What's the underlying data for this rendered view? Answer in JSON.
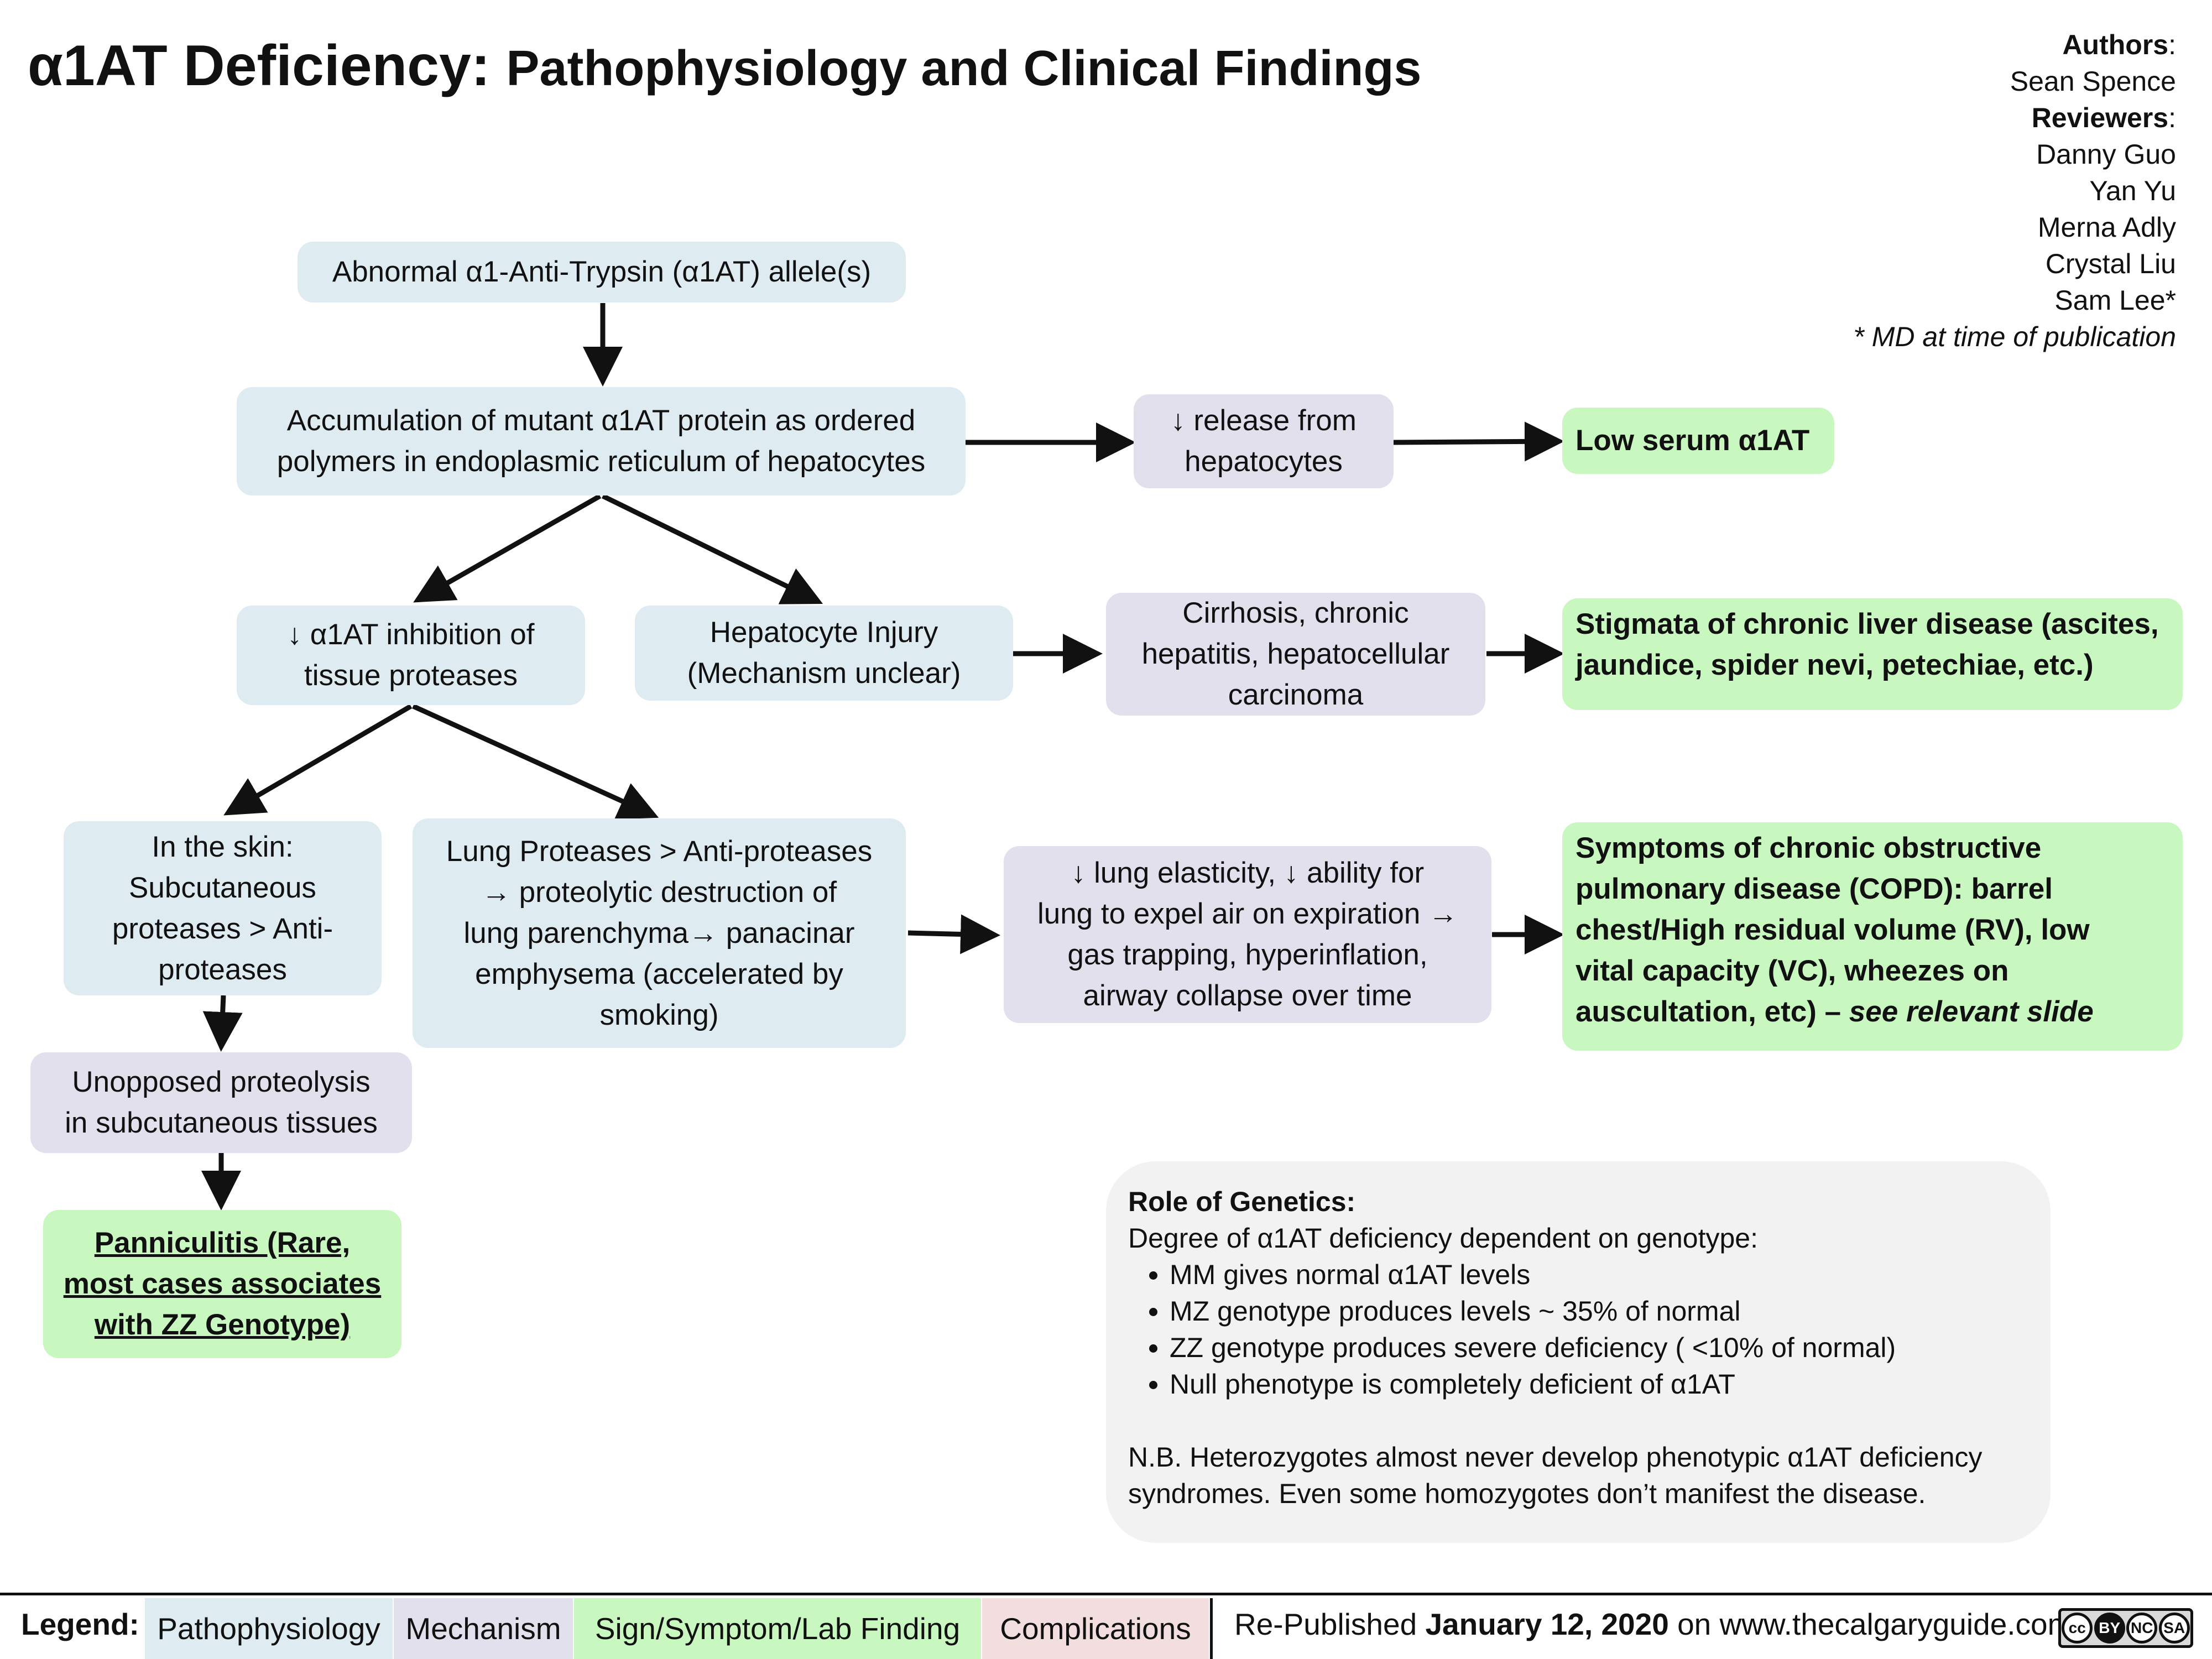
{
  "title": {
    "main": "α1AT Deficiency:",
    "sub": "Pathophysiology and Clinical Findings"
  },
  "credits": {
    "authors_label": "Authors",
    "authors": [
      "Sean Spence"
    ],
    "reviewers_label": "Reviewers",
    "reviewers": [
      "Danny Guo",
      "Yan Yu",
      "Merna Adly",
      "Crystal Liu",
      "Sam Lee*"
    ],
    "note": "* MD at time of publication"
  },
  "nodes": {
    "allele": "Abnormal α1-Anti-Trypsin (α1AT) allele(s)",
    "accumulation": [
      "Accumulation of mutant α1AT protein as ordered",
      "polymers in endoplasmic reticulum of hepatocytes"
    ],
    "release": [
      "↓ release from",
      "hepatocytes"
    ],
    "low_serum": "Low serum α1AT",
    "inhibition": [
      "↓ α1AT inhibition of",
      "tissue proteases"
    ],
    "hep_injury": [
      "Hepatocyte Injury",
      "(Mechanism unclear)"
    ],
    "cirrhosis": [
      "Cirrhosis, chronic",
      "hepatitis, hepatocellular",
      "carcinoma"
    ],
    "stigmata": [
      "Stigmata of chronic liver disease (ascites,",
      "jaundice, spider nevi, petechiae, etc.)"
    ],
    "skin": [
      "In the skin:",
      "Subcutaneous",
      "proteases > Anti-",
      "proteases"
    ],
    "lung": [
      "Lung Proteases > Anti-proteases",
      "→ proteolytic destruction of",
      "lung parenchyma→ panacinar",
      "emphysema (accelerated by",
      "smoking)"
    ],
    "elasticity": [
      "↓ lung elasticity, ↓ ability for",
      "lung to expel air on expiration →",
      "gas trapping, hyperinflation,",
      "airway collapse over time"
    ],
    "copd": [
      "Symptoms of chronic obstructive",
      "pulmonary disease (COPD): barrel",
      "chest/High residual volume (RV), low",
      "vital capacity (VC), wheezes on",
      "auscultation, etc) –"
    ],
    "copd_link": " see relevant slide",
    "proteolysis": [
      "Unopposed proteolysis",
      "in subcutaneous tissues"
    ],
    "panniculitis": [
      "Panniculitis (Rare,",
      "most cases associates",
      "with ZZ Genotype)"
    ]
  },
  "genetics": {
    "heading": "Role of Genetics:",
    "intro": "Degree of α1AT deficiency dependent on genotype:",
    "bullets": [
      "MM gives normal α1AT levels",
      "MZ genotype produces levels ~ 35% of normal",
      "ZZ genotype produces severe deficiency ( <10% of normal)",
      "Null phenotype is completely deficient of α1AT"
    ],
    "nb": [
      "N.B. Heterozygotes almost never develop phenotypic α1AT deficiency",
      "syndromes. Even some homozygotes don’t manifest the disease."
    ]
  },
  "legend": {
    "label": "Legend:",
    "items": [
      {
        "label": "Pathophysiology",
        "color": "#deecf2"
      },
      {
        "label": "Mechanism",
        "color": "#e3e0ee"
      },
      {
        "label": "Sign/Symptom/Lab Finding",
        "color": "#c8f7c0"
      },
      {
        "label": "Complications",
        "color": "#f2dede"
      }
    ]
  },
  "footer": {
    "prefix": "Re-Published ",
    "date": "January 12, 2020",
    "middle": " on ",
    "site": "www.thecalgaryguide.com"
  },
  "license": {
    "badges": [
      "cc",
      "BY",
      "NC",
      "SA"
    ]
  }
}
